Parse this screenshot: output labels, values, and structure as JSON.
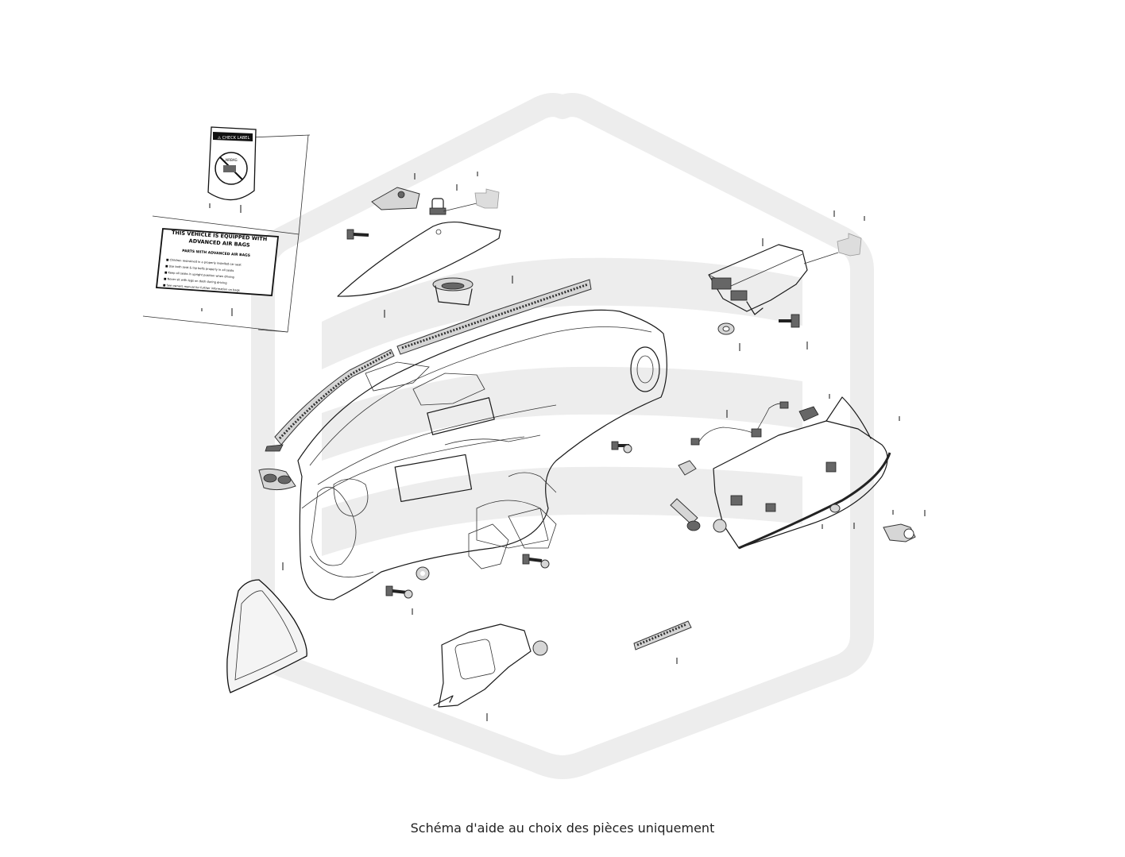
{
  "diagram": {
    "caption": "Schéma d'aide au choix des pièces uniquement",
    "colors": {
      "line": "#1a1a1a",
      "watermark": "#ededed",
      "part_fill": "#d6d6d6",
      "background": "#ffffff"
    },
    "labels": {
      "warning_sticker_header": "⚠ CHECK LABEL",
      "warning_sticker_icon": "AIRBAG",
      "airbag_label_title_1": "THIS VEHICLE IS EQUIPPED WITH",
      "airbag_label_title_2": "ADVANCED AIR BAGS",
      "airbag_label_subtitle": "PARTS WITH ADVANCED AIR BAGS",
      "airbag_label_lines": [
        "■ Children restrained in a properly installed car seat",
        "■ Use both seat & lap belts properly in all seats",
        "■ Keep all seats in upright position when driving",
        "■ Never sit with legs on dash during driving",
        "■ See owners manual for further information on bags"
      ]
    },
    "icons": [
      "watermark-logo-icon",
      "airbag-warning-icon"
    ]
  }
}
